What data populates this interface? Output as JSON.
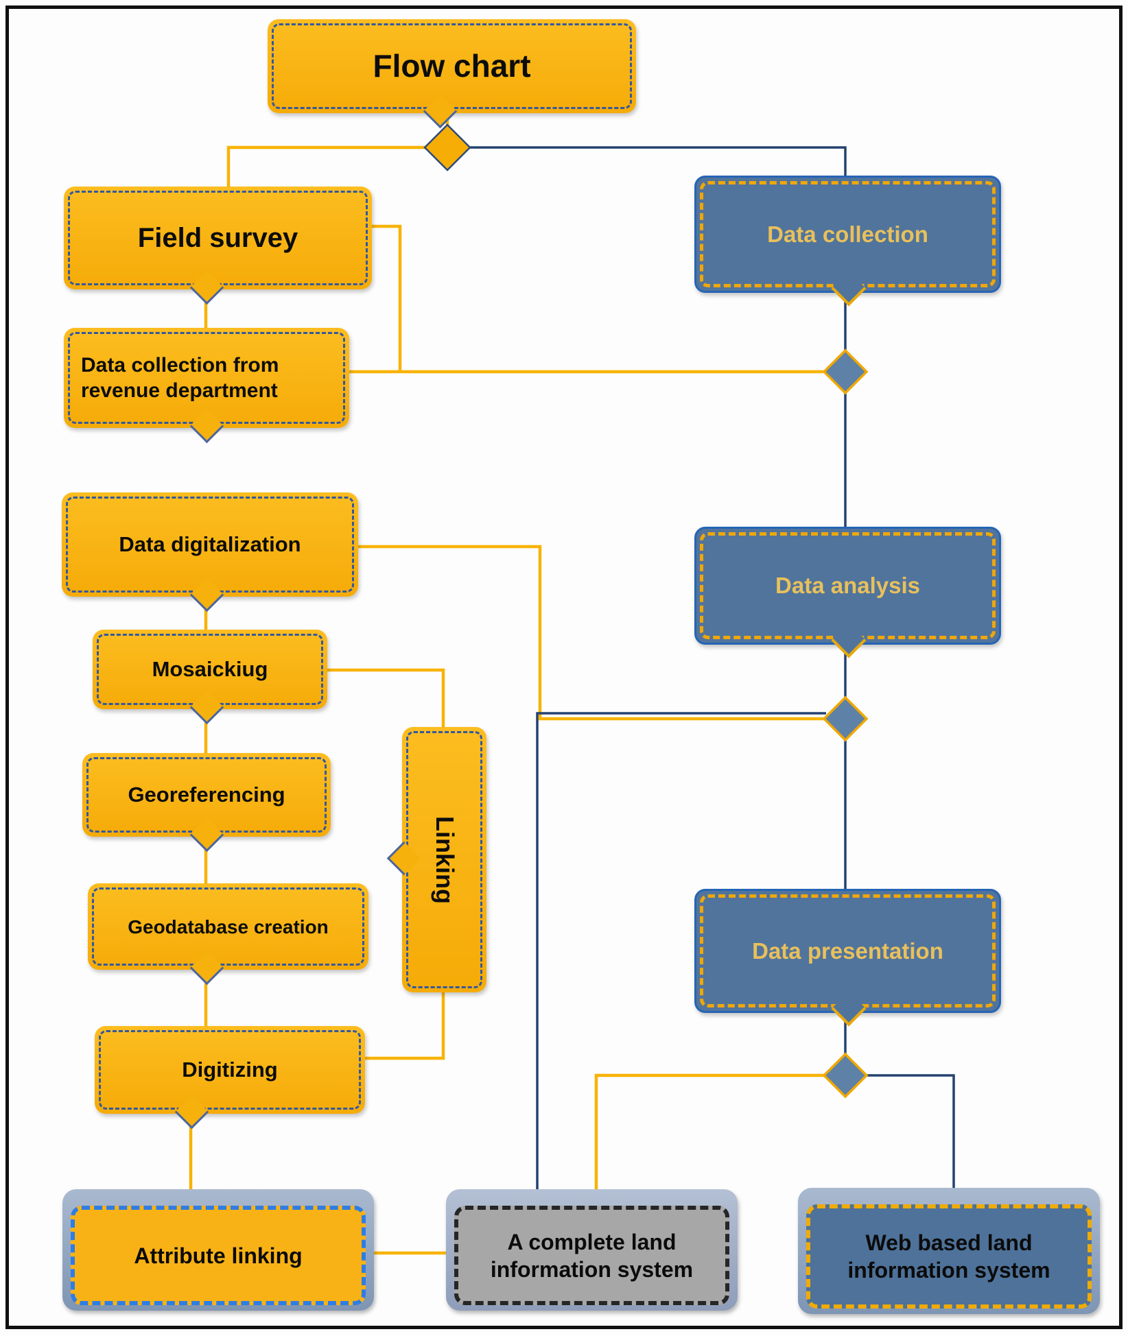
{
  "title": {
    "label": "Flow chart"
  },
  "process_column": {
    "field_survey": "Field survey",
    "revenue": "Data collection from revenue department",
    "data_digitalization": "Data digitalization",
    "mosaicking": "Mosaickiug",
    "georeferencing": "Georeferencing",
    "geodatabase_creation": "Geodatabase creation",
    "digitizing": "Digitizing",
    "attribute_linking": "Attribute linking",
    "linking": "Linking"
  },
  "stage_column": {
    "data_collection": "Data collection",
    "data_analysis": "Data analysis",
    "data_presentation": "Data presentation"
  },
  "outputs": {
    "complete_lis": "A complete land information system",
    "web_lis": "Web based land information system"
  },
  "colors": {
    "process_fill": "#F9B215",
    "process_dash": "#33589E",
    "stage_fill": "#51749C",
    "stage_dash": "#EFA70A",
    "stage_text": "#E8C05C",
    "gray_fill": "#A7A7A7",
    "gray_dash": "#262626",
    "backing_blue_gray": "#8E9DB9",
    "attribute_dash": "#2E7DE5",
    "connector_yellow": "#F8B306",
    "connector_navy": "#24426E",
    "diamond_blue_fill": "#5E81A8",
    "diamond_yellow_fill": "#F6AE06",
    "text_black": "#0C0C0C"
  }
}
